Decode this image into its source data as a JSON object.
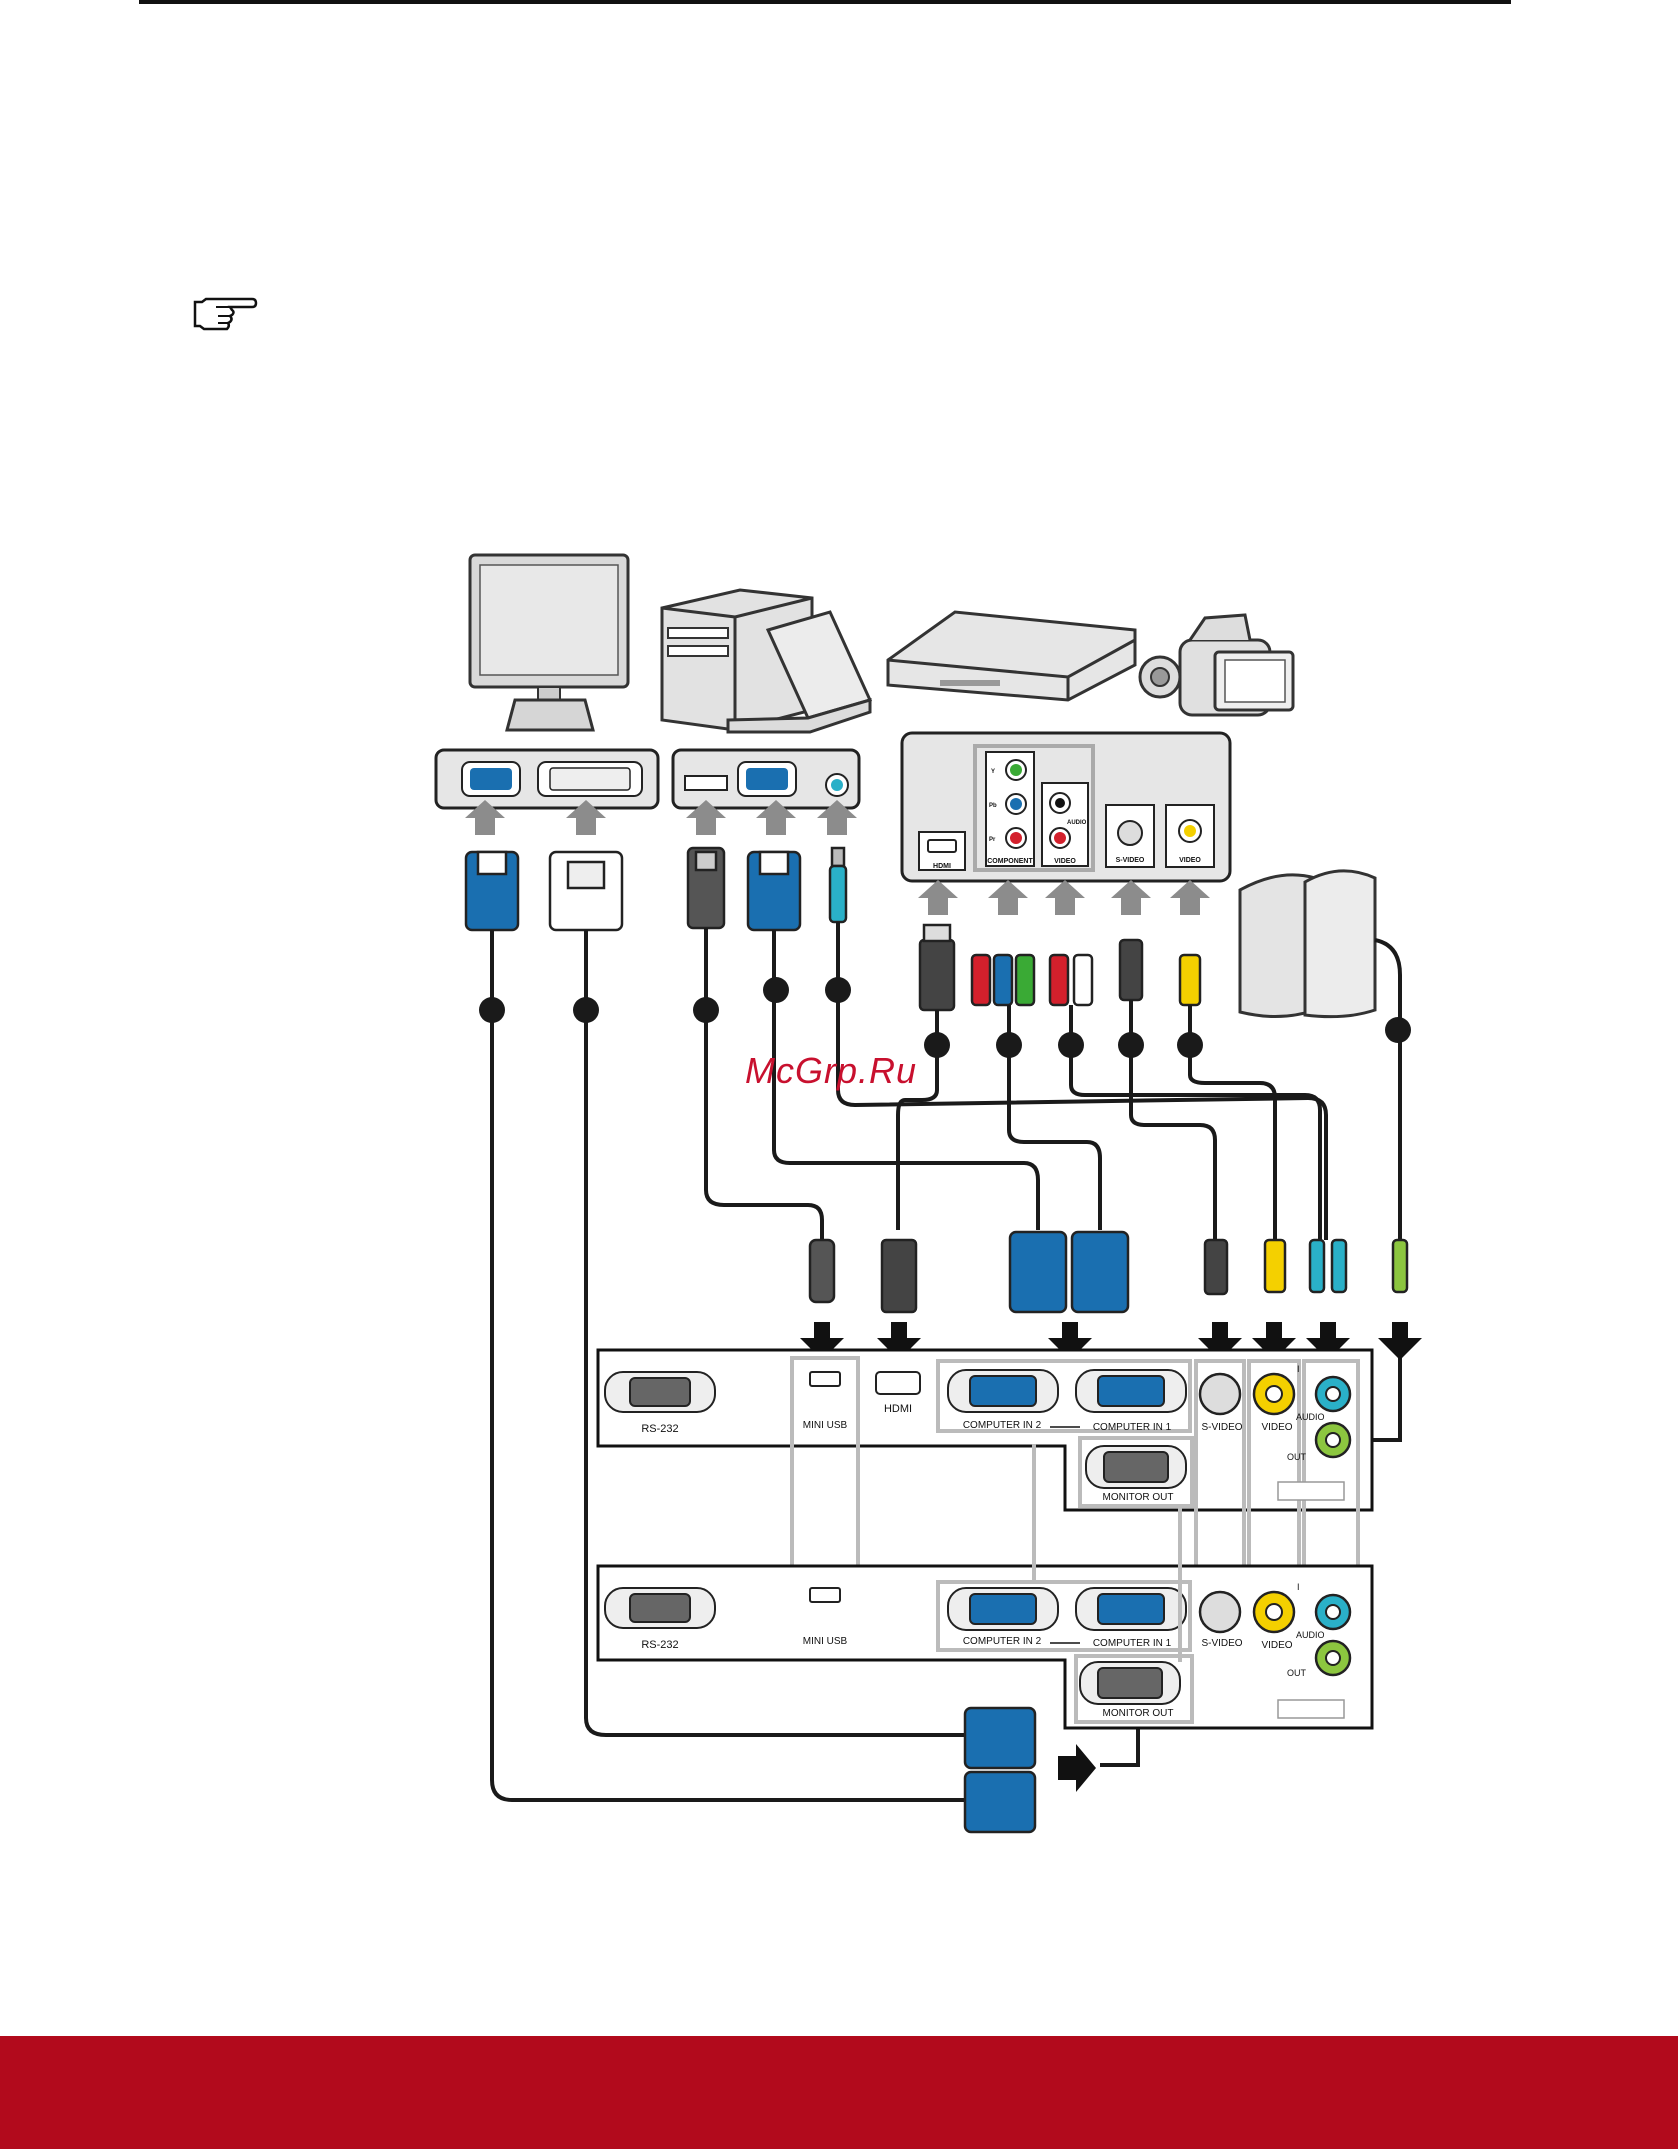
{
  "watermark": "McGrp.Ru",
  "colors": {
    "footer": "#b20a1c",
    "vga_blue": "#1a6fb0",
    "cable": "#1a1a1a",
    "arrow_gray": "#8c8c8c"
  },
  "icons": [
    "pointing-hand-icon",
    "monitor-icon",
    "desktop-computer-icon",
    "laptop-icon",
    "dvd-player-icon",
    "camcorder-icon",
    "speakers-icon"
  ],
  "source_labels": {
    "hdmi_small": "HDMI",
    "component": "COMPONENT",
    "audio": "AUDIO",
    "video_a": "VIDEO",
    "svideo": "S-VIDEO",
    "video_b": "VIDEO",
    "y": "Y",
    "pb": "Pb",
    "pr": "Pr"
  },
  "panel_top": {
    "rs232": "RS-232",
    "mini_usb": "MINI USB",
    "hdmi": "HDMI",
    "computer_in_2": "COMPUTER IN 2",
    "computer_in_1": "COMPUTER IN 1",
    "s_video": "S-VIDEO",
    "video": "VIDEO",
    "audio_in": "AUDIO",
    "audio_out": "OUT",
    "in_mark": "I",
    "monitor_out": "MONITOR OUT"
  },
  "panel_bottom": {
    "rs232": "RS-232",
    "mini_usb": "MINI USB",
    "computer_in_2": "COMPUTER IN 2",
    "computer_in_1": "COMPUTER IN 1",
    "s_video": "S-VIDEO",
    "video": "VIDEO",
    "audio_in": "AUDIO",
    "audio_out": "OUT",
    "in_mark": "I",
    "monitor_out": "MONITOR OUT"
  }
}
